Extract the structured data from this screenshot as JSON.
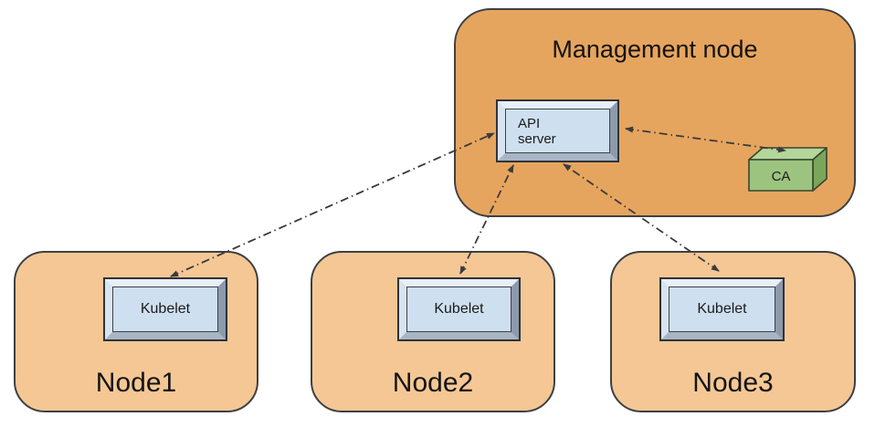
{
  "management_node": {
    "label": "Management node",
    "api_server": {
      "label": "API server"
    },
    "ca": {
      "label": "CA"
    }
  },
  "nodes": [
    {
      "label": "Node1",
      "kubelet": {
        "label": "Kubelet"
      }
    },
    {
      "label": "Node2",
      "kubelet": {
        "label": "Kubelet"
      }
    },
    {
      "label": "Node3",
      "kubelet": {
        "label": "Kubelet"
      }
    }
  ],
  "connections": [
    {
      "from": "API server",
      "to": "Kubelet (Node1)",
      "style": "dash-dot",
      "arrowheads": "both"
    },
    {
      "from": "API server",
      "to": "Kubelet (Node2)",
      "style": "dash-dot",
      "arrowheads": "both"
    },
    {
      "from": "API server",
      "to": "Kubelet (Node3)",
      "style": "dash-dot",
      "arrowheads": "both"
    },
    {
      "from": "API server",
      "to": "CA",
      "style": "dash-dot",
      "arrowheads": "both"
    }
  ],
  "colors": {
    "management_fill": "#e6a55e",
    "node_fill": "#f4c795",
    "box_outline": "#3d4043",
    "bevel_face": "#cedff0",
    "bevel_top": "#e8eff8",
    "bevel_left": "#d8e3f0",
    "bevel_right": "#8c9aab",
    "bevel_bottom": "#a8b5c4",
    "ca_front": "#9cc47f",
    "ca_top": "#b4d69a",
    "ca_side": "#7aa65b",
    "arrow": "#3b3b3b",
    "text": "#141414"
  }
}
